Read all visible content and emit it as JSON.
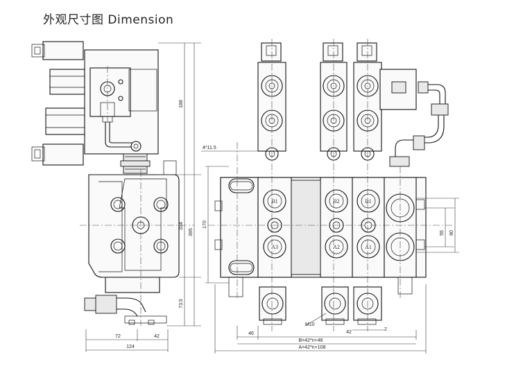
{
  "title": "外观尺寸图  Dimension",
  "dimensions": {
    "h_188": "188",
    "h_395": "395",
    "h_334": "334",
    "h_73_5": "73.5",
    "w_72": "72",
    "w_42_left": "42",
    "w_124": "124",
    "hole": "4*11.5",
    "h_170": "170",
    "h_55": "55",
    "h_80": "80",
    "w_46": "46",
    "w_42_right": "42",
    "w_2": "2",
    "formula_b": "B=42*n+46",
    "formula_a": "A=42*n+108",
    "thread": "M10"
  },
  "port_labels": {
    "b_left": "B1",
    "a_left": "A3",
    "b_mid": "B2",
    "a_mid": "A2",
    "b_right": "B1",
    "a_right": "A1"
  }
}
